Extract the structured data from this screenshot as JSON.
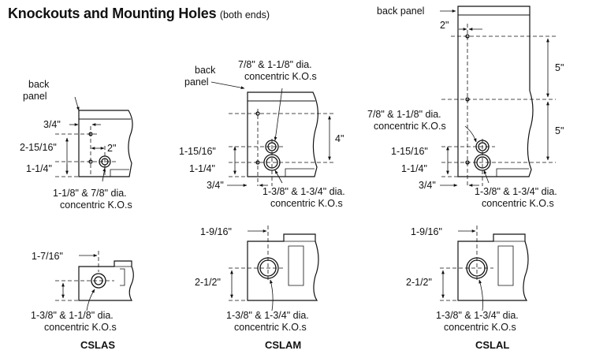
{
  "header": {
    "title": "Knockouts and Mounting Holes",
    "subtitle": "(both ends)"
  },
  "labels": {
    "back_panel": "back panel",
    "back_panel_top": "back",
    "back_panel_bottom": "panel",
    "ko_inner_outer": "7/8\" & 1-1/8\" dia.",
    "ko_small": "1-1/8\" & 7/8\" dia.",
    "ko_large": "1-3/8\" & 1-3/4\" dia.",
    "ko_large_mid": "1-3/8\" & 1-1/8\" dia.",
    "concentric": "concentric K.O.s"
  },
  "dimensions": {
    "d_3_4": "3/4\"",
    "d_2": "2\"",
    "d_2_15_16": "2-15/16\"",
    "d_1_1_4": "1-1/4\"",
    "d_1_15_16": "1-15/16\"",
    "d_4": "4\"",
    "d_5": "5\"",
    "d_1_9_16": "1-9/16\"",
    "d_1_7_16": "1-7/16\"",
    "d_2_1_2": "2-1/2\""
  },
  "models": {
    "small": "CSLAS",
    "medium": "CSLAM",
    "large": "CSLAL"
  }
}
